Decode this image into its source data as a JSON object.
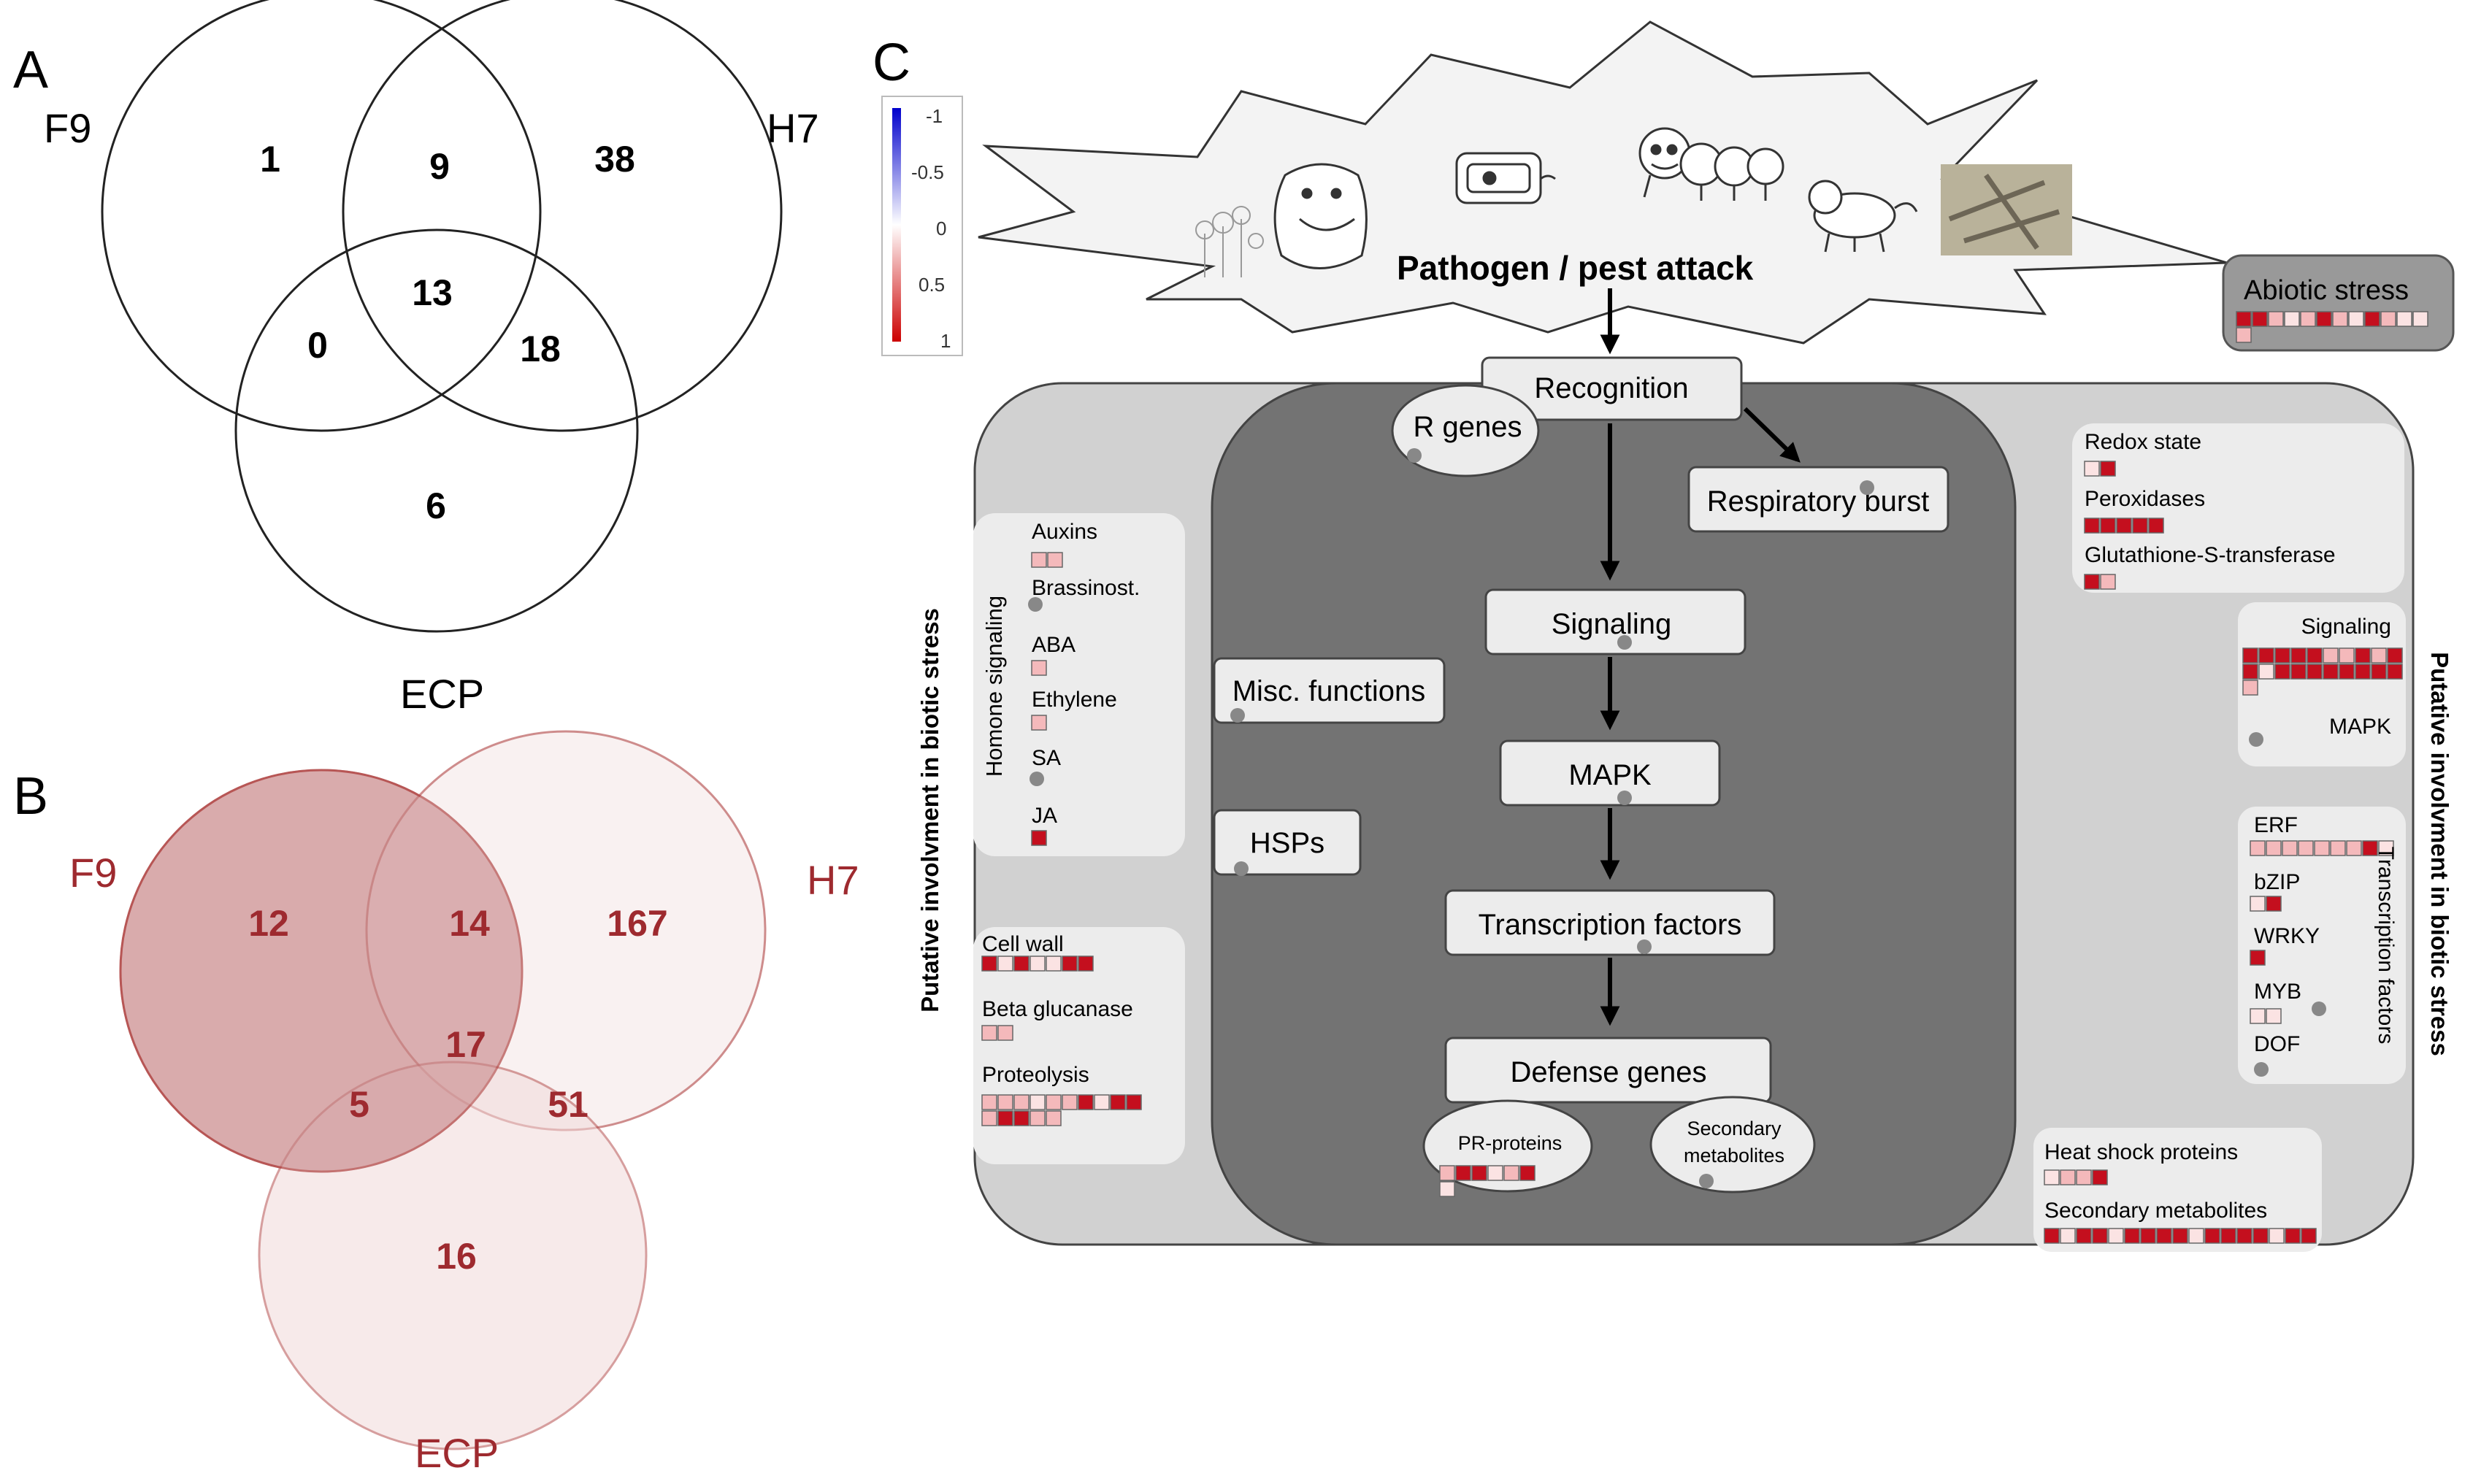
{
  "panel_letters": {
    "a": "A",
    "b": "B",
    "c": "C"
  },
  "venn_a": {
    "labels": {
      "f9": "F9",
      "h7": "H7",
      "ecp": "ECP"
    },
    "counts": {
      "f9_only": "1",
      "f9_h7": "9",
      "h7_only": "38",
      "all_three": "13",
      "f9_ecp": "0",
      "h7_ecp": "18",
      "ecp_only": "6"
    }
  },
  "venn_b": {
    "labels": {
      "f9": "F9",
      "h7": "H7",
      "ecp": "ECP"
    },
    "counts": {
      "f9_only": "12",
      "f9_h7": "14",
      "h7_only": "167",
      "all_three": "17",
      "f9_ecp": "5",
      "h7_ecp": "51",
      "ecp_only": "16"
    },
    "colors": {
      "f9": "#c98b8d",
      "h7": "#f6eaea",
      "ecp": "#f1dada",
      "stroke": "#b5504f",
      "text": "#9e2a2f"
    }
  },
  "scale": {
    "ticks": [
      "-1",
      "-0.5",
      "0",
      "0.5",
      "1"
    ],
    "colors": {
      "neg": "#0000cc",
      "mid": "#ffffff",
      "pos": "#cc0000"
    }
  },
  "pathway": {
    "attack_title": "Pathogen / pest attack",
    "abiotic": "Abiotic stress",
    "nodes": {
      "recognition": "Recognition",
      "r_genes": "R genes",
      "respiratory_burst": "Respiratory burst",
      "signaling": "Signaling",
      "mapk": "MAPK",
      "transcription_factors": "Transcription factors",
      "defense_genes": "Defense genes",
      "pr_proteins": "PR-proteins",
      "secondary_metabolites_1": "Secondary",
      "secondary_metabolites_2": "metabolites",
      "misc_functions": "Misc. functions",
      "hsps": "HSPs"
    },
    "left": {
      "vertical": "Putative involvment in biotic stress",
      "hormone_title": "Homone signaling",
      "hormones": [
        "Auxins",
        "Brassinost.",
        "ABA",
        "Ethylene",
        "SA",
        "JA"
      ],
      "cellwall": [
        "Cell wall",
        "Beta glucanase",
        "Proteolysis"
      ]
    },
    "right": {
      "vertical": "Putative involvment in biotic stress",
      "redox": [
        "Redox state",
        "Peroxidases",
        "Glutathione-S-transferase"
      ],
      "signaling": [
        "Signaling",
        "MAPK"
      ],
      "tf_title": "Transcription factors",
      "tf": [
        "ERF",
        "bZIP",
        "WRKY",
        "MYB",
        "DOF"
      ],
      "bottom": [
        "Heat shock proteins",
        "Secondary metabolites"
      ]
    },
    "heat_colors": {
      "dark": "#c40f1e",
      "mid": "#e06a6f",
      "light": "#f4b9bb",
      "pale": "#fbe3e3",
      "white": "#ffffff"
    },
    "heatmaps": {
      "abiotic": [
        [
          "d",
          "d",
          "l",
          "p",
          "l",
          "d",
          "l",
          "p",
          "d",
          "l",
          "p",
          "p"
        ],
        [
          "l"
        ]
      ],
      "auxins": [
        [
          "l",
          "l"
        ]
      ],
      "aba": [
        [
          "l"
        ]
      ],
      "ethylene": [
        [
          "l"
        ]
      ],
      "ja": [
        [
          "d"
        ]
      ],
      "cellwall": [
        [
          "d",
          "p",
          "d",
          "p",
          "p",
          "d",
          "d"
        ]
      ],
      "beta": [
        [
          "l",
          "l"
        ]
      ],
      "proteolysis": [
        [
          "l",
          "l",
          "l",
          "p",
          "l",
          "l",
          "d",
          "p",
          "d",
          "d"
        ],
        [
          "l",
          "d",
          "d",
          "l",
          "l"
        ]
      ],
      "redox": [
        [
          "p",
          "d"
        ]
      ],
      "peroxidases": [
        [
          "d",
          "d",
          "d",
          "d",
          "d"
        ]
      ],
      "gst": [
        [
          "d",
          "l"
        ]
      ],
      "signaling": [
        [
          "d",
          "d",
          "d",
          "d",
          "d",
          "l",
          "l",
          "d",
          "l",
          "d"
        ],
        [
          "d",
          "p",
          "d",
          "d",
          "d",
          "d",
          "d",
          "d",
          "d",
          "d"
        ],
        [
          "l"
        ]
      ],
      "erf": [
        [
          "l",
          "l",
          "l",
          "l",
          "l",
          "l",
          "l",
          "d",
          "p"
        ]
      ],
      "bzip": [
        [
          "p",
          "d"
        ]
      ],
      "wrky": [
        [
          "d"
        ]
      ],
      "myb": [
        [
          "p",
          "p"
        ]
      ],
      "pr": [
        [
          "l",
          "d",
          "d",
          "p",
          "l",
          "d"
        ],
        [
          "p"
        ]
      ],
      "hsp": [
        [
          "p",
          "l",
          "l",
          "d"
        ]
      ],
      "secmet": [
        [
          "d",
          "p",
          "d",
          "d",
          "p",
          "d",
          "d",
          "d",
          "d",
          "p",
          "d",
          "d",
          "d",
          "d",
          "p",
          "d",
          "d"
        ]
      ]
    }
  }
}
